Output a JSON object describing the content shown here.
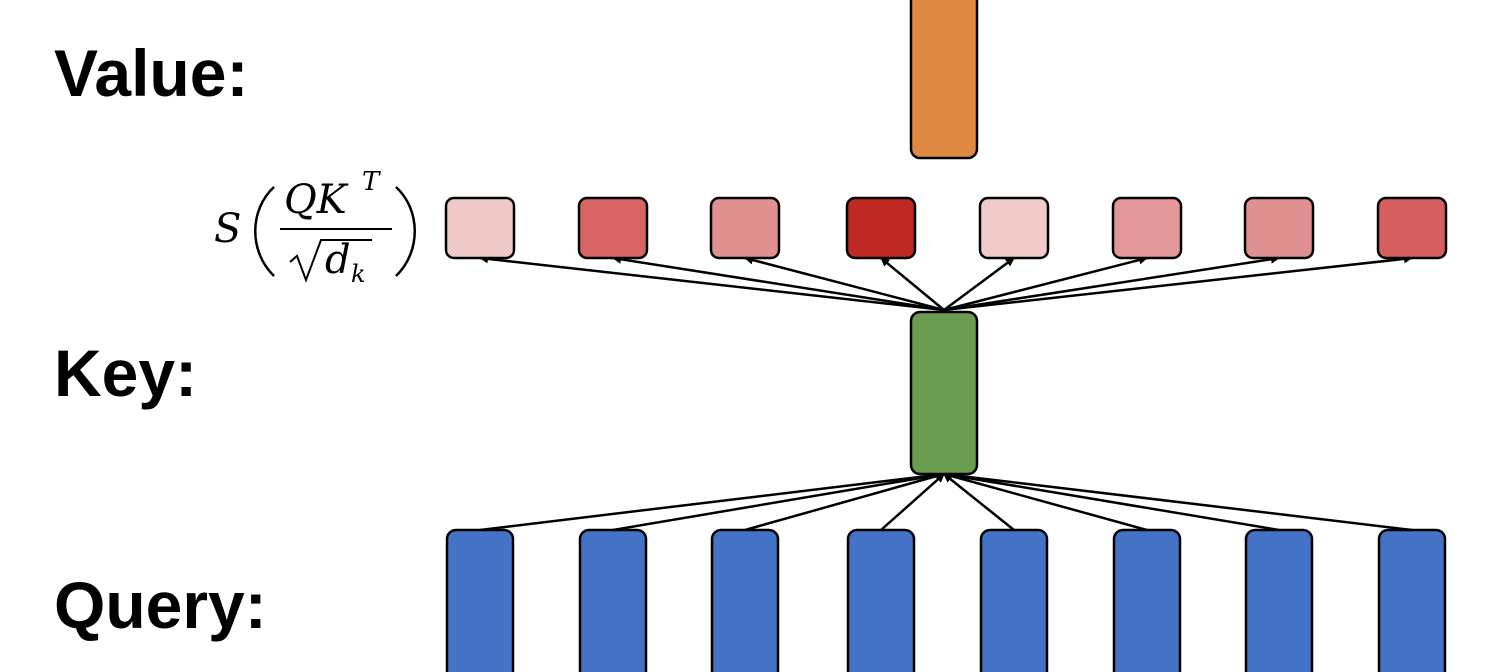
{
  "labels": {
    "value": "Value:",
    "key": "Key:",
    "query": "Query:"
  },
  "formula": {
    "function": "S",
    "numerator": "QK",
    "superscript": "T",
    "denominator": "d",
    "subscript": "k"
  },
  "score_boxes": [
    {
      "color": "#efc9c8"
    },
    {
      "color": "#d66563"
    },
    {
      "color": "#e09090"
    },
    {
      "color": "#bd2822"
    },
    {
      "color": "#f0cbc9"
    },
    {
      "color": "#e29898"
    },
    {
      "color": "#df9192"
    },
    {
      "color": "#d45f5e"
    }
  ],
  "colors": {
    "value": "#df8a42",
    "key": "#6a9c50",
    "query": "#4472c4",
    "stroke": "#000000"
  },
  "query_count": 8
}
